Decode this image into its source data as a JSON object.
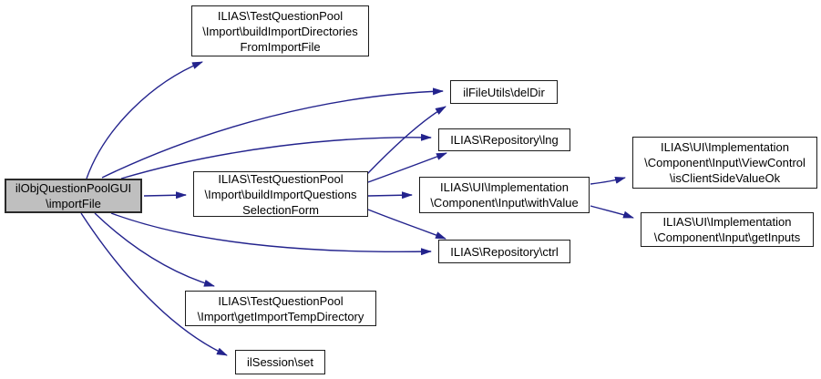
{
  "diagram_type": "call-graph",
  "colors": {
    "edge": "#23238d",
    "node_border": "#1c1c1c",
    "node_fill": "#ffffff",
    "highlighted_node_fill": "#bfbfbf",
    "text": "#000000",
    "background": "#ffffff"
  },
  "nodes": [
    {
      "id": "importFile",
      "highlighted": true,
      "lines": [
        "ilObjQuestionPoolGUI",
        "\\importFile"
      ]
    },
    {
      "id": "buildImportDirectoriesFromImportFile",
      "highlighted": false,
      "lines": [
        "ILIAS\\TestQuestionPool",
        "\\Import\\buildImportDirectories",
        "FromImportFile"
      ]
    },
    {
      "id": "buildImportQuestionsSelectionForm",
      "highlighted": false,
      "lines": [
        "ILIAS\\TestQuestionPool",
        "\\Import\\buildImportQuestions",
        "SelectionForm"
      ]
    },
    {
      "id": "delDir",
      "highlighted": false,
      "lines": [
        "ilFileUtils\\delDir"
      ]
    },
    {
      "id": "lng",
      "highlighted": false,
      "lines": [
        "ILIAS\\Repository\\lng"
      ]
    },
    {
      "id": "withValue",
      "highlighted": false,
      "lines": [
        "ILIAS\\UI\\Implementation",
        "\\Component\\Input\\withValue"
      ]
    },
    {
      "id": "isClientSideValueOk",
      "highlighted": false,
      "lines": [
        "ILIAS\\UI\\Implementation",
        "\\Component\\Input\\ViewControl",
        "\\isClientSideValueOk"
      ]
    },
    {
      "id": "getInputs",
      "highlighted": false,
      "lines": [
        "ILIAS\\UI\\Implementation",
        "\\Component\\Input\\getInputs"
      ]
    },
    {
      "id": "ctrl",
      "highlighted": false,
      "lines": [
        "ILIAS\\Repository\\ctrl"
      ]
    },
    {
      "id": "getImportTempDirectory",
      "highlighted": false,
      "lines": [
        "ILIAS\\TestQuestionPool",
        "\\Import\\getImportTempDirectory"
      ]
    },
    {
      "id": "ilSessionSet",
      "highlighted": false,
      "lines": [
        "ilSession\\set"
      ]
    }
  ],
  "edges": [
    {
      "from": "importFile",
      "to": "buildImportDirectoriesFromImportFile"
    },
    {
      "from": "importFile",
      "to": "delDir"
    },
    {
      "from": "importFile",
      "to": "lng"
    },
    {
      "from": "importFile",
      "to": "buildImportQuestionsSelectionForm"
    },
    {
      "from": "importFile",
      "to": "ctrl"
    },
    {
      "from": "importFile",
      "to": "getImportTempDirectory"
    },
    {
      "from": "importFile",
      "to": "ilSessionSet"
    },
    {
      "from": "buildImportQuestionsSelectionForm",
      "to": "delDir"
    },
    {
      "from": "buildImportQuestionsSelectionForm",
      "to": "lng"
    },
    {
      "from": "buildImportQuestionsSelectionForm",
      "to": "withValue"
    },
    {
      "from": "buildImportQuestionsSelectionForm",
      "to": "ctrl"
    },
    {
      "from": "withValue",
      "to": "isClientSideValueOk"
    },
    {
      "from": "withValue",
      "to": "getInputs"
    }
  ]
}
